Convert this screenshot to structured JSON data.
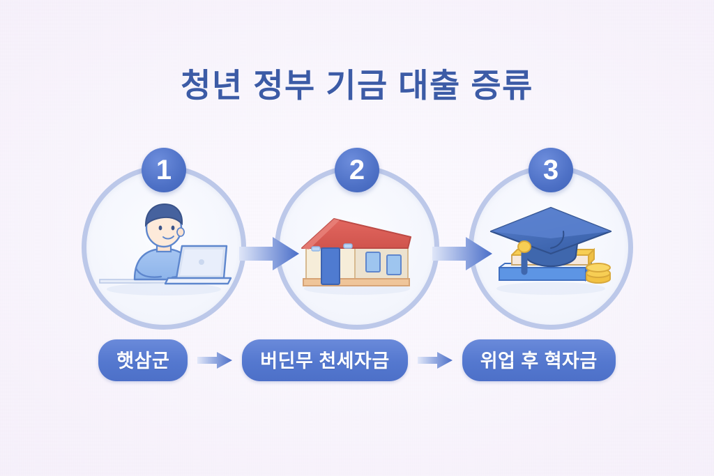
{
  "page": {
    "title": "청년 정부 기금 대출 증류",
    "background_color": "#f6f1fb",
    "title_color": "#3c5ba6",
    "accent_color": "#4e71c6",
    "ring_color": "#bcc8e9"
  },
  "steps": [
    {
      "number": "1",
      "icon": "person-at-laptop-icon",
      "art_name": "illustration-person-laptop"
    },
    {
      "number": "2",
      "icon": "house-icon",
      "art_name": "illustration-house"
    },
    {
      "number": "3",
      "icon": "graduation-cap-books-coins-icon",
      "art_name": "illustration-graduation"
    }
  ],
  "flow_arrows": [
    {
      "name": "flow-arrow-1-to-2"
    },
    {
      "name": "flow-arrow-2-to-3"
    }
  ],
  "labels": [
    {
      "text": "햇삼군"
    },
    {
      "text": "버딘무 천세자금"
    },
    {
      "text": "위업 후 혁자금"
    }
  ],
  "label_arrows": [
    {
      "name": "label-arrow-1-to-2"
    },
    {
      "name": "label-arrow-2-to-3"
    }
  ]
}
